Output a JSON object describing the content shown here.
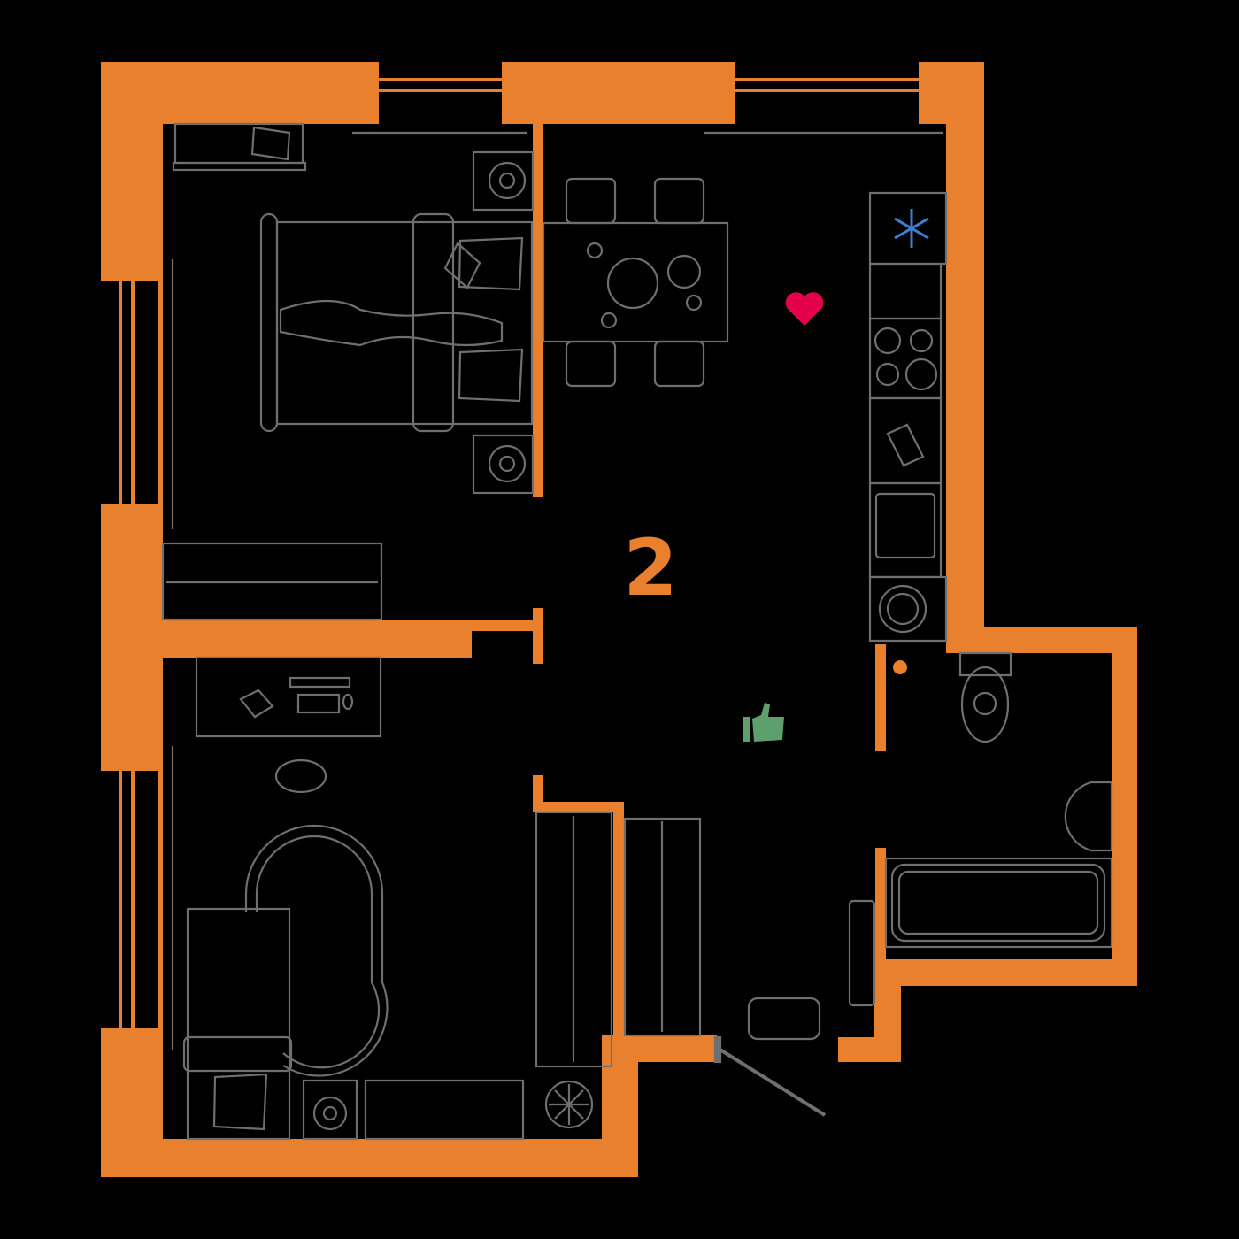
{
  "plan": {
    "room_count_label": "2",
    "colors": {
      "wall": "#E8802E",
      "background": "#000000",
      "furniture_stroke": "#6f6f6f",
      "heart": "#E5004A",
      "thumbs_up": "#5DA06E",
      "snowflake": "#3F7FD1",
      "room_number": "#E8802E"
    },
    "markers": {
      "heart": {
        "icon": "heart-icon",
        "glyph": "♥"
      },
      "thumbs_up": {
        "icon": "thumbs-up-icon"
      },
      "snowflake": {
        "icon": "snowflake-icon",
        "glyph": "❄"
      }
    },
    "rooms": [
      {
        "name": "bedroom",
        "furniture": [
          "double-bed",
          "nightstand",
          "nightstand",
          "desk-shelf",
          "wardrobe"
        ]
      },
      {
        "name": "kitchen-living",
        "furniture": [
          "dining-table",
          "chair",
          "chair",
          "chair",
          "chair",
          "fridge",
          "stove",
          "cutting-board",
          "sink",
          "washing-machine"
        ]
      },
      {
        "name": "study",
        "furniture": [
          "work-desk",
          "office-chair",
          "sofa",
          "rug",
          "tv-stand",
          "plant"
        ]
      },
      {
        "name": "bathroom",
        "furniture": [
          "toilet",
          "washbasin",
          "bathtub",
          "towel-rail"
        ]
      },
      {
        "name": "hallway",
        "furniture": [
          "wardrobe",
          "wardrobe",
          "ottoman",
          "entry-door"
        ]
      }
    ]
  }
}
